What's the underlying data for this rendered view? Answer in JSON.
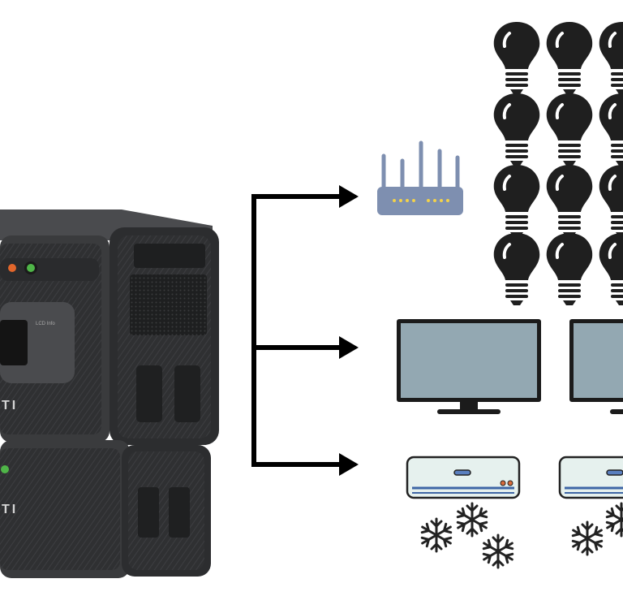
{
  "power_station": {
    "brand_partial_top": "TI",
    "brand_partial_bottom": "TI",
    "panel_label": "LCD Info"
  },
  "icons": {
    "power_station": "power-station-battery-icon",
    "router": "wifi-router-icon",
    "bulb": "light-bulb-icon",
    "monitor": "monitor-icon",
    "air_conditioner": "air-conditioner-icon",
    "snowflake": "snowflake-icon",
    "arrow": "right-arrow-icon"
  },
  "colors": {
    "unit_body": "#3a3b3d",
    "unit_dark": "#242526",
    "unit_light": "#5a5c60",
    "orange_button": "#e2662b",
    "green_button": "#4fb548",
    "router_body": "#7e8fb0",
    "router_leds": "#f3d24a",
    "bulb": "#1f1f1f",
    "monitor_screen": "#93a8b2",
    "monitor_frame": "#1b1b1b",
    "ac_body": "#e6f1ee",
    "ac_vent": "#3f66a5",
    "snowflake": "#222222",
    "arrow": "#000000"
  }
}
